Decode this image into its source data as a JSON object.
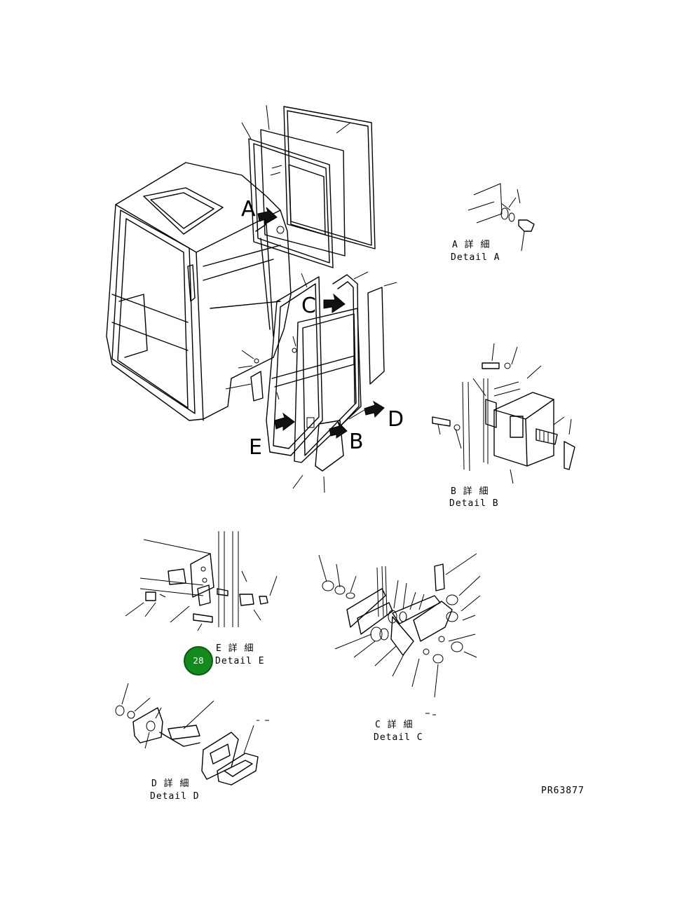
{
  "callout_letters": {
    "a": "A",
    "b": "B",
    "c": "C",
    "d": "D",
    "e": "E"
  },
  "details": {
    "a": {
      "jp": "A 詳 細",
      "en": "Detail A"
    },
    "b": {
      "jp": "B 詳 細",
      "en": "Detail B"
    },
    "c": {
      "jp": "C 詳 細",
      "en": "Detail C"
    },
    "d": {
      "jp": "D 詳 細",
      "en": "Detail D"
    },
    "e": {
      "jp": "E 詳 細",
      "en": "Detail E"
    }
  },
  "part_badge": {
    "number": "28",
    "color": "#138a1c",
    "border": "#0c5a10"
  },
  "drawing_code": "PR63877",
  "colors": {
    "ink": "#000000",
    "background": "#ffffff"
  }
}
